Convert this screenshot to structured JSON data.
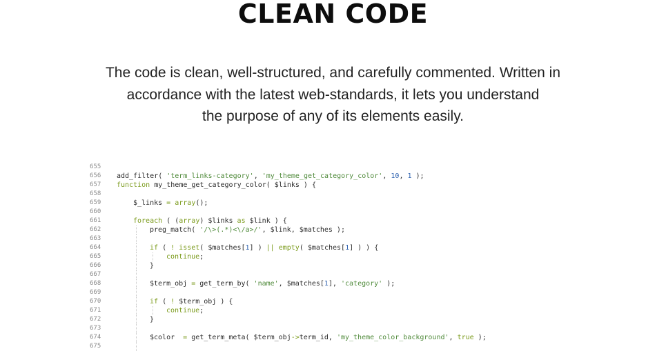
{
  "header": {
    "title": "CLEAN CODE"
  },
  "description": {
    "lines": [
      "The code is clean, well-structured, and carefully commented. Written in",
      "accordance with the latest web-standards, it lets you understand",
      "the purpose of any of its elements easily."
    ]
  },
  "code": {
    "lines": [
      {
        "n": "655",
        "indent": 0,
        "tokens": []
      },
      {
        "n": "656",
        "indent": 0,
        "tokens": [
          {
            "t": "add_filter( ",
            "c": "plain"
          },
          {
            "t": "'term_links-category'",
            "c": "str"
          },
          {
            "t": ", ",
            "c": "plain"
          },
          {
            "t": "'my_theme_get_category_color'",
            "c": "str"
          },
          {
            "t": ", ",
            "c": "plain"
          },
          {
            "t": "10",
            "c": "num"
          },
          {
            "t": ", ",
            "c": "plain"
          },
          {
            "t": "1",
            "c": "num"
          },
          {
            "t": " );",
            "c": "plain"
          }
        ]
      },
      {
        "n": "657",
        "indent": 0,
        "tokens": [
          {
            "t": "function",
            "c": "kw"
          },
          {
            "t": " my_theme_get_category_color( $links ) {",
            "c": "plain"
          }
        ]
      },
      {
        "n": "658",
        "indent": 0,
        "tokens": []
      },
      {
        "n": "659",
        "indent": 1,
        "tokens": [
          {
            "t": "$_links ",
            "c": "plain"
          },
          {
            "t": "=",
            "c": "op"
          },
          {
            "t": " ",
            "c": "plain"
          },
          {
            "t": "array",
            "c": "kw"
          },
          {
            "t": "();",
            "c": "plain"
          }
        ]
      },
      {
        "n": "660",
        "indent": 0,
        "tokens": []
      },
      {
        "n": "661",
        "indent": 1,
        "tokens": [
          {
            "t": "foreach",
            "c": "kw"
          },
          {
            "t": " ( (",
            "c": "plain"
          },
          {
            "t": "array",
            "c": "kw"
          },
          {
            "t": ") $links ",
            "c": "plain"
          },
          {
            "t": "as",
            "c": "kw"
          },
          {
            "t": " $link ) {",
            "c": "plain"
          }
        ]
      },
      {
        "n": "662",
        "indent": 2,
        "tokens": [
          {
            "t": "preg_match( ",
            "c": "plain"
          },
          {
            "t": "'/\\>(.*)<\\/a>/'",
            "c": "str"
          },
          {
            "t": ", $link, $matches );",
            "c": "plain"
          }
        ]
      },
      {
        "n": "663",
        "indent": 0,
        "guides": 1,
        "tokens": []
      },
      {
        "n": "664",
        "indent": 2,
        "tokens": [
          {
            "t": "if",
            "c": "kw"
          },
          {
            "t": " ( ",
            "c": "plain"
          },
          {
            "t": "!",
            "c": "op"
          },
          {
            "t": " ",
            "c": "plain"
          },
          {
            "t": "isset",
            "c": "kw"
          },
          {
            "t": "( $matches[",
            "c": "plain"
          },
          {
            "t": "1",
            "c": "num"
          },
          {
            "t": "] ) ",
            "c": "plain"
          },
          {
            "t": "||",
            "c": "op"
          },
          {
            "t": " ",
            "c": "plain"
          },
          {
            "t": "empty",
            "c": "kw"
          },
          {
            "t": "( $matches[",
            "c": "plain"
          },
          {
            "t": "1",
            "c": "num"
          },
          {
            "t": "] ) ) {",
            "c": "plain"
          }
        ]
      },
      {
        "n": "665",
        "indent": 3,
        "tokens": [
          {
            "t": "continue",
            "c": "kw"
          },
          {
            "t": ";",
            "c": "plain"
          }
        ]
      },
      {
        "n": "666",
        "indent": 2,
        "tokens": [
          {
            "t": "}",
            "c": "plain"
          }
        ]
      },
      {
        "n": "667",
        "indent": 0,
        "guides": 1,
        "tokens": []
      },
      {
        "n": "668",
        "indent": 2,
        "tokens": [
          {
            "t": "$term_obj ",
            "c": "plain"
          },
          {
            "t": "=",
            "c": "op"
          },
          {
            "t": " get_term_by( ",
            "c": "plain"
          },
          {
            "t": "'name'",
            "c": "str"
          },
          {
            "t": ", $matches[",
            "c": "plain"
          },
          {
            "t": "1",
            "c": "num"
          },
          {
            "t": "], ",
            "c": "plain"
          },
          {
            "t": "'category'",
            "c": "str"
          },
          {
            "t": " );",
            "c": "plain"
          }
        ]
      },
      {
        "n": "669",
        "indent": 0,
        "guides": 1,
        "tokens": []
      },
      {
        "n": "670",
        "indent": 2,
        "tokens": [
          {
            "t": "if",
            "c": "kw"
          },
          {
            "t": " ( ",
            "c": "plain"
          },
          {
            "t": "!",
            "c": "op"
          },
          {
            "t": " $term_obj ) {",
            "c": "plain"
          }
        ]
      },
      {
        "n": "671",
        "indent": 3,
        "tokens": [
          {
            "t": "continue",
            "c": "kw"
          },
          {
            "t": ";",
            "c": "plain"
          }
        ]
      },
      {
        "n": "672",
        "indent": 2,
        "tokens": [
          {
            "t": "}",
            "c": "plain"
          }
        ]
      },
      {
        "n": "673",
        "indent": 0,
        "guides": 1,
        "tokens": []
      },
      {
        "n": "674",
        "indent": 2,
        "tokens": [
          {
            "t": "$color  ",
            "c": "plain"
          },
          {
            "t": "=",
            "c": "op"
          },
          {
            "t": " get_term_meta( $term_obj",
            "c": "plain"
          },
          {
            "t": "->",
            "c": "op"
          },
          {
            "t": "term_id, ",
            "c": "plain"
          },
          {
            "t": "'my_theme_color_background'",
            "c": "str"
          },
          {
            "t": ", ",
            "c": "plain"
          },
          {
            "t": "true",
            "c": "kw"
          },
          {
            "t": " );",
            "c": "plain"
          }
        ]
      },
      {
        "n": "675",
        "indent": 0,
        "guides": 1,
        "tokens": []
      }
    ]
  }
}
